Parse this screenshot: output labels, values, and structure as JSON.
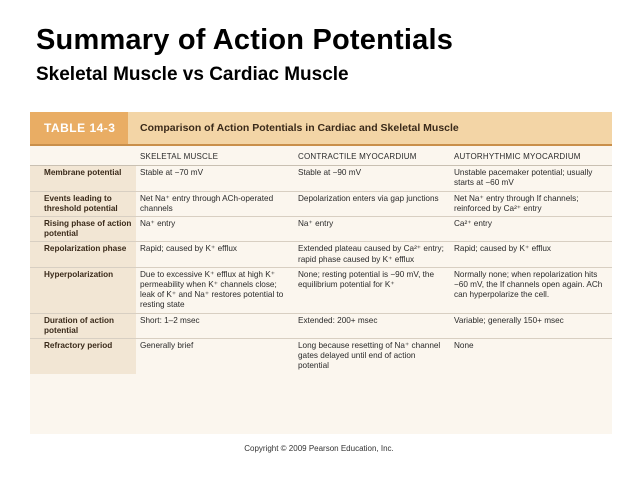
{
  "slide": {
    "title": "Summary of Action Potentials",
    "subtitle": "Skeletal Muscle vs Cardiac Muscle"
  },
  "table": {
    "label": "TABLE 14-3",
    "caption": "Comparison of Action Potentials in Cardiac and Skeletal Muscle",
    "columns": [
      "",
      "SKELETAL MUSCLE",
      "CONTRACTILE MYOCARDIUM",
      "AUTORHYTHMIC MYOCARDIUM"
    ],
    "rows": [
      {
        "label": "Membrane potential",
        "skeletal": "Stable at −70 mV",
        "contractile": "Stable at −90 mV",
        "autorhythmic": "Unstable pacemaker potential; usually starts at −60 mV"
      },
      {
        "label": "Events leading to threshold potential",
        "skeletal": "Net Na⁺ entry through ACh-operated channels",
        "contractile": "Depolarization enters via gap junctions",
        "autorhythmic": "Net Na⁺ entry through If channels; reinforced by Ca²⁺ entry"
      },
      {
        "label": "Rising phase of action potential",
        "skeletal": "Na⁺ entry",
        "contractile": "Na⁺ entry",
        "autorhythmic": "Ca²⁺ entry"
      },
      {
        "label": "Repolarization phase",
        "skeletal": "Rapid; caused by K⁺ efflux",
        "contractile": "Extended plateau caused by Ca²⁺ entry; rapid phase caused by K⁺ efflux",
        "autorhythmic": "Rapid; caused by K⁺ efflux"
      },
      {
        "label": "Hyperpolarization",
        "skeletal": "Due to excessive K⁺ efflux at high K⁺ permeability when K⁺ channels close; leak of K⁺ and Na⁺ restores potential to resting state",
        "contractile": "None; resting potential is −90 mV, the equilibrium potential for K⁺",
        "autorhythmic": "Normally none; when repolarization hits −60 mV, the If channels open again. ACh can hyperpolarize the cell."
      },
      {
        "label": "Duration of action potential",
        "skeletal": "Short: 1–2 msec",
        "contractile": "Extended: 200+ msec",
        "autorhythmic": "Variable; generally 150+ msec"
      },
      {
        "label": "Refractory period",
        "skeletal": "Generally brief",
        "contractile": "Long because resetting of Na⁺ channel gates delayed until end of action potential",
        "autorhythmic": "None"
      }
    ]
  },
  "footer": {
    "copyright": "Copyright © 2009 Pearson Education, Inc."
  }
}
